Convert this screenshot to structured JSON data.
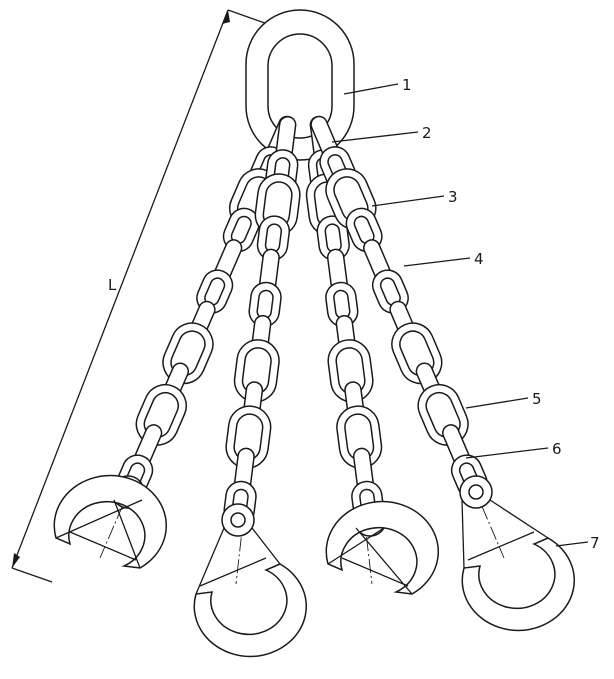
{
  "diagram": {
    "dimension_label": "L",
    "callouts": [
      {
        "id": "1",
        "text": "1"
      },
      {
        "id": "2",
        "text": "2"
      },
      {
        "id": "3",
        "text": "3"
      },
      {
        "id": "4",
        "text": "4"
      },
      {
        "id": "5",
        "text": "5"
      },
      {
        "id": "6",
        "text": "6"
      },
      {
        "id": "7",
        "text": "7"
      }
    ],
    "colors": {
      "line": "#1a1a1a",
      "background": "#ffffff"
    }
  }
}
